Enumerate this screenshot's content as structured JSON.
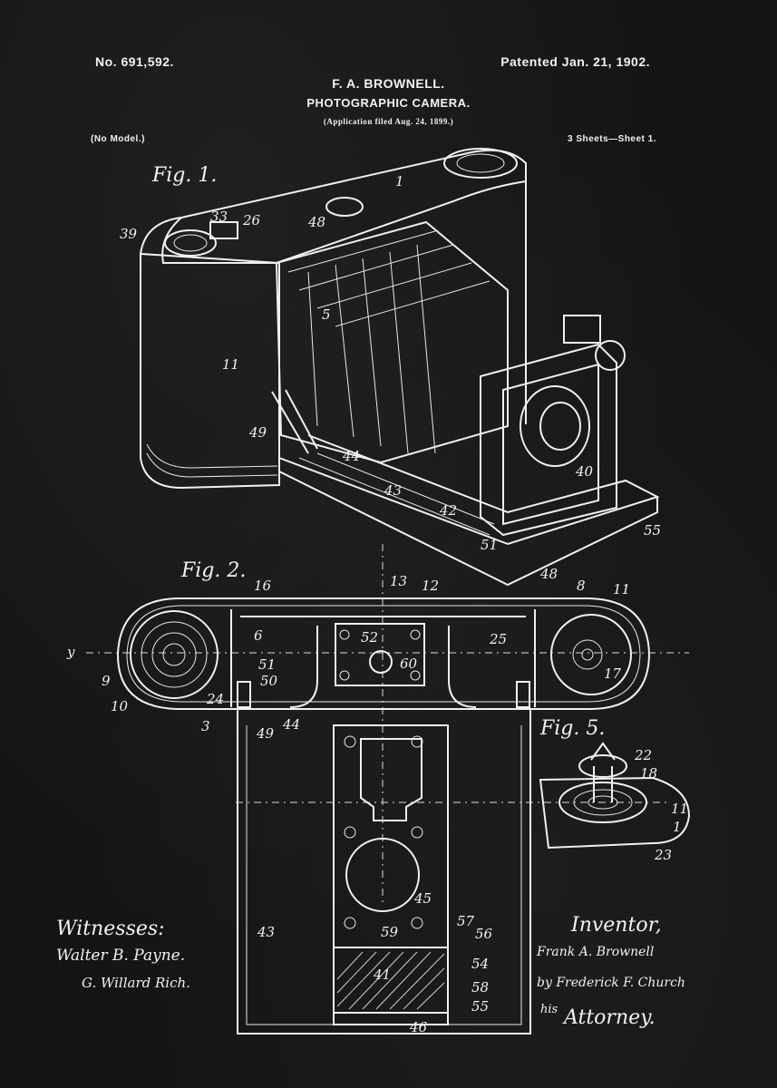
{
  "header": {
    "patent_number": "No. 691,592.",
    "patent_date": "Patented Jan. 21, 1902.",
    "inventor": "F. A. BROWNELL.",
    "title": "PHOTOGRAPHIC CAMERA.",
    "filed": "(Application filed Aug. 24, 1899.)",
    "model_note": "(No Model.)",
    "sheets": "3 Sheets—Sheet 1."
  },
  "figures": {
    "fig1": "Fig. 1.",
    "fig2": "Fig. 2.",
    "fig5": "Fig. 5."
  },
  "references": {
    "fig1": [
      "1",
      "33",
      "26",
      "39",
      "48",
      "5",
      "11",
      "49",
      "44",
      "43",
      "42",
      "40",
      "51",
      "55"
    ],
    "fig2": [
      "16",
      "13",
      "12",
      "48",
      "8",
      "11",
      "6",
      "52",
      "60",
      "25",
      "51",
      "50",
      "y",
      "9",
      "10",
      "24",
      "3",
      "49",
      "44",
      "17"
    ],
    "fig5": [
      "22",
      "18",
      "11",
      "1",
      "23"
    ],
    "fig2_lower": [
      "45",
      "43",
      "59",
      "57",
      "56",
      "54",
      "41",
      "58",
      "55",
      "46"
    ]
  },
  "signatures": {
    "witnesses_label": "Witnesses:",
    "witness_1": "Walter B. Payne.",
    "witness_2": "G. Willard Rich.",
    "inventor_label": "Inventor,",
    "inventor_signature": "Frank A. Brownell",
    "attorney_signature": "by Frederick F. Church",
    "his_label": "his",
    "attorney_label": "Attorney."
  }
}
